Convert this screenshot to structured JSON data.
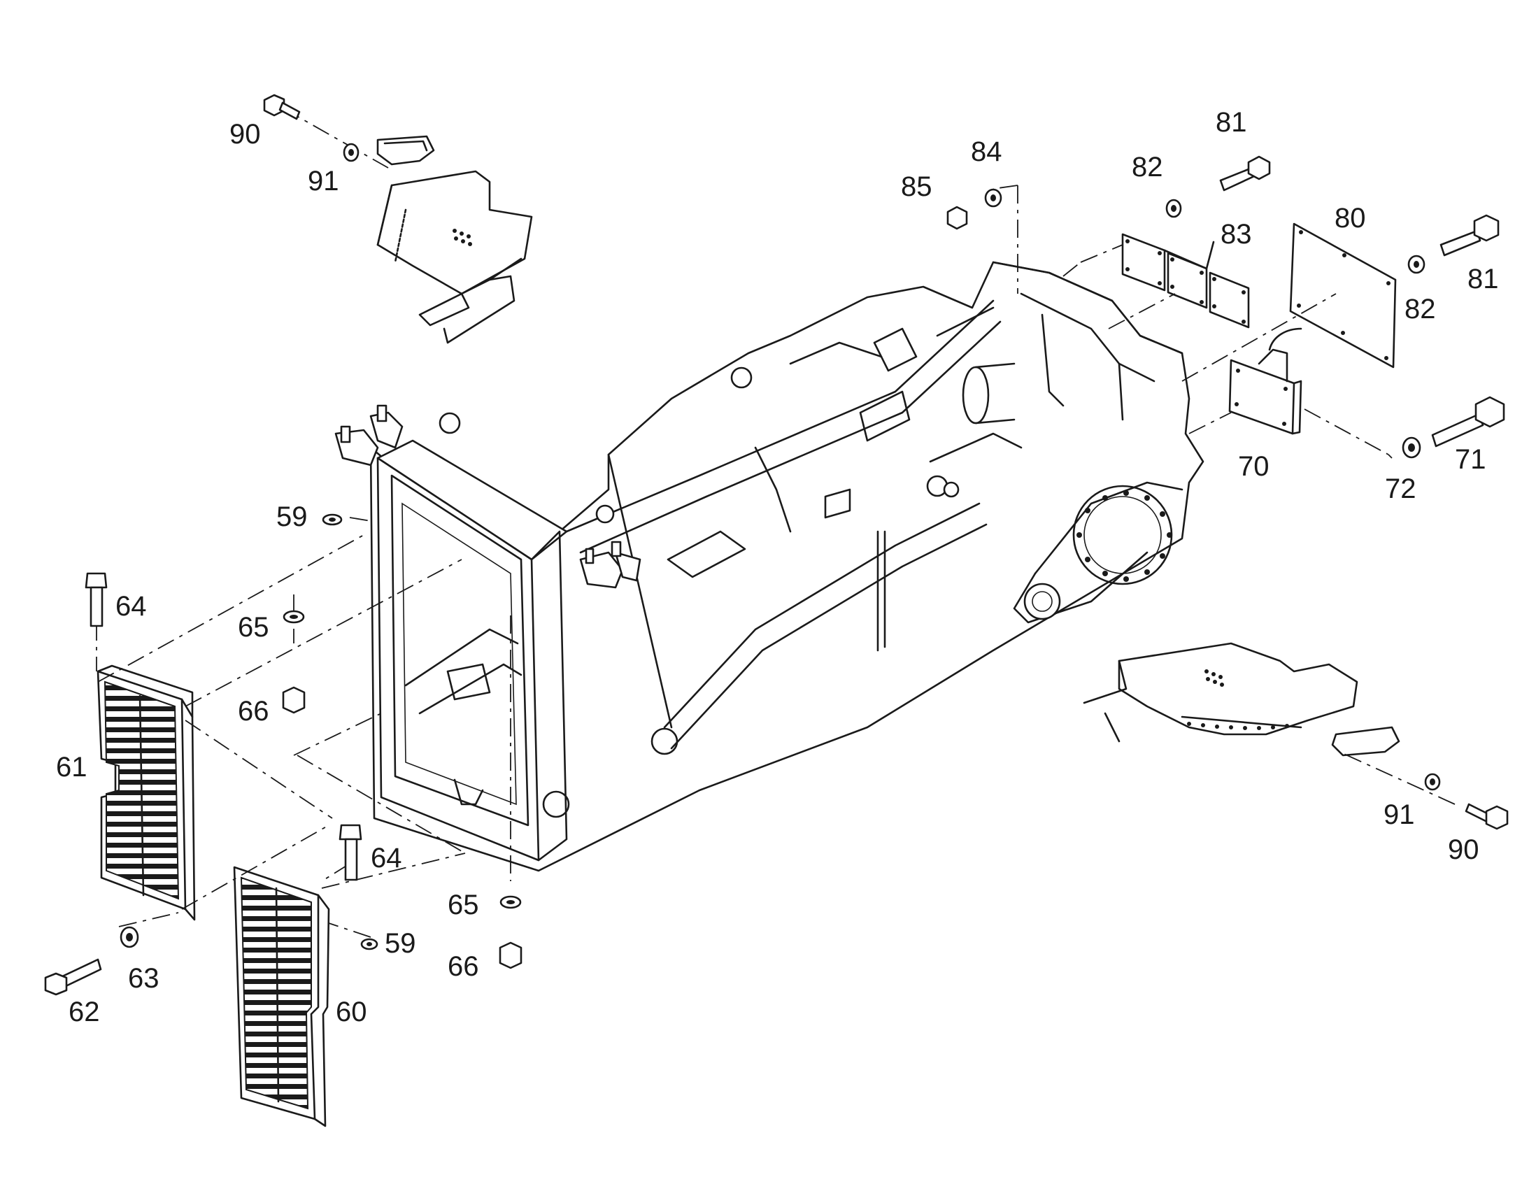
{
  "labels": {
    "p59a": "59",
    "p59b": "59",
    "p60": "60",
    "p61": "61",
    "p62": "62",
    "p63": "63",
    "p64a": "64",
    "p64b": "64",
    "p65a": "65",
    "p65b": "65",
    "p66a": "66",
    "p66b": "66",
    "p70": "70",
    "p71": "71",
    "p72": "72",
    "p80": "80",
    "p81a": "81",
    "p81b": "81",
    "p82a": "82",
    "p82b": "82",
    "p83": "83",
    "p84": "84",
    "p85": "85",
    "p90a": "90",
    "p90b": "90",
    "p91a": "91",
    "p91b": "91"
  }
}
